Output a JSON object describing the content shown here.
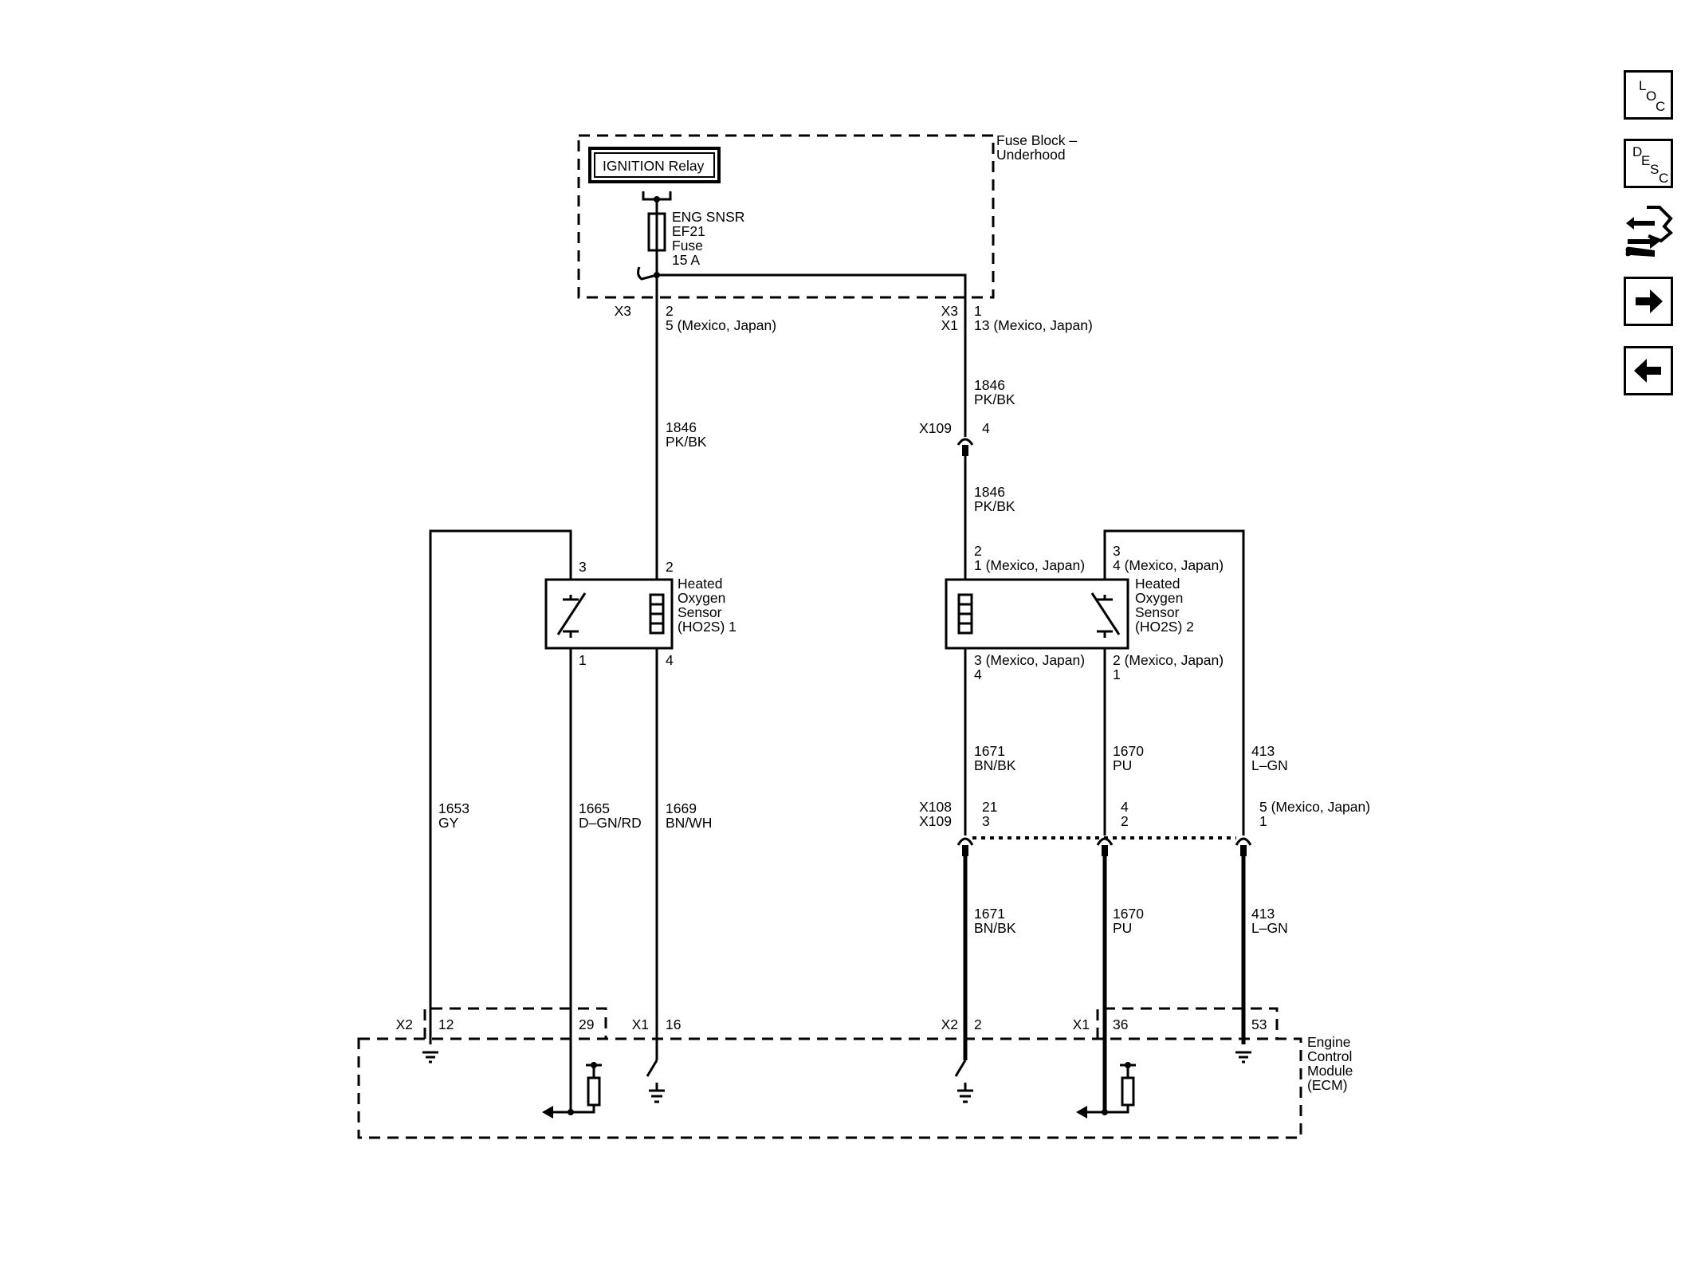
{
  "fuse_block": {
    "label_line1": "Fuse Block –",
    "label_line2": "Underhood"
  },
  "ignition_relay": {
    "label": "IGNITION Relay"
  },
  "fuse": {
    "line1": "ENG SNSR",
    "line2": "EF21",
    "line3": "Fuse",
    "line4": "15 A"
  },
  "fuse_block_connectors": {
    "left": {
      "conn_a": "X3",
      "pin_a": "2",
      "pin_b": "5 (Mexico, Japan)"
    },
    "right": {
      "conn_a": "X3",
      "pin_a": "1",
      "conn_b": "X1",
      "pin_b": "13 (Mexico, Japan)"
    }
  },
  "wires": {
    "w1846_left": {
      "circuit": "1846",
      "color": "PK/BK"
    },
    "w1846_right_upper": {
      "circuit": "1846",
      "color": "PK/BK"
    },
    "w1846_right_lower": {
      "circuit": "1846",
      "color": "PK/BK"
    },
    "w1653": {
      "circuit": "1653",
      "color": "GY"
    },
    "w1665": {
      "circuit": "1665",
      "color": "D–GN/RD"
    },
    "w1669": {
      "circuit": "1669",
      "color": "BN/WH"
    },
    "w1671_upper": {
      "circuit": "1671",
      "color": "BN/BK"
    },
    "w1670_upper": {
      "circuit": "1670",
      "color": "PU"
    },
    "w413_upper": {
      "circuit": "413",
      "color": "L–GN"
    },
    "w1671_lower": {
      "circuit": "1671",
      "color": "BN/BK"
    },
    "w1670_lower": {
      "circuit": "1670",
      "color": "PU"
    },
    "w413_lower": {
      "circuit": "413",
      "color": "L–GN"
    }
  },
  "x109_inline": {
    "name": "X109",
    "pin": "4"
  },
  "ho2s1": {
    "line1": "Heated",
    "line2": "Oxygen",
    "line3": "Sensor",
    "line4": "(HO2S) 1",
    "pin_top_left": "3",
    "pin_top_right": "2",
    "pin_bottom_left": "1",
    "pin_bottom_right": "4"
  },
  "ho2s2": {
    "line1": "Heated",
    "line2": "Oxygen",
    "line3": "Sensor",
    "line4": "(HO2S) 2",
    "pin_top_left_a": "2",
    "pin_top_left_b": "1 (Mexico, Japan)",
    "pin_top_right_a": "3",
    "pin_top_right_b": "4 (Mexico, Japan)",
    "pin_bottom_left_a": "3 (Mexico, Japan)",
    "pin_bottom_left_b": "4",
    "pin_bottom_right_a": "2 (Mexico, Japan)",
    "pin_bottom_right_b": "1"
  },
  "inline_x108_x109": {
    "conn_a": "X108",
    "conn_b": "X109",
    "pin_a1": "21",
    "pin_b1": "3",
    "pin_a2": "4",
    "pin_b2": "2",
    "pin_a3": "5 (Mexico, Japan)",
    "pin_b3": "1"
  },
  "ecm": {
    "line1": "Engine",
    "line2": "Control",
    "line3": "Module",
    "line4": "(ECM)",
    "x2_left": "X2",
    "pin_12": "12",
    "pin_29": "29",
    "x1_left": "X1",
    "pin_16": "16",
    "x2_right": "X2",
    "pin_2": "2",
    "x1_right": "X1",
    "pin_36": "36",
    "pin_53": "53"
  },
  "nav": {
    "loc": {
      "l": "L",
      "o": "O",
      "c": "C"
    },
    "desc": {
      "d": "D",
      "e": "E",
      "s": "S",
      "c": "C"
    },
    "icons": [
      "connector-tools-icon",
      "forward-arrow-icon",
      "back-arrow-icon"
    ]
  }
}
